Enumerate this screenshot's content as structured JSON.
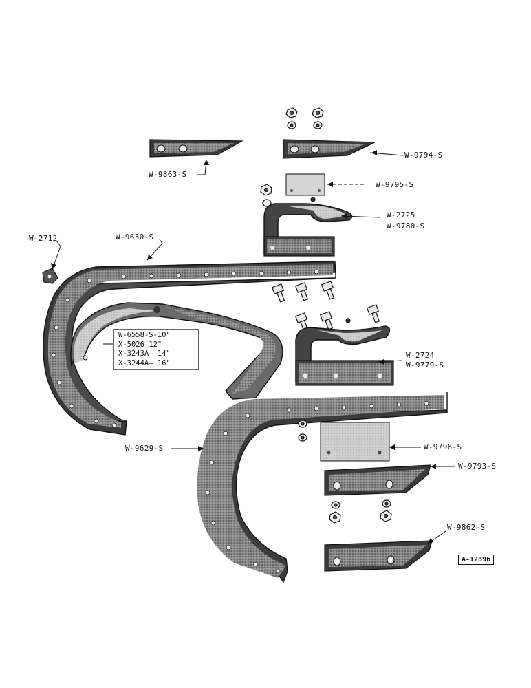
{
  "callouts": {
    "w9863s": "W-9863-S",
    "w9794s": "W-9794-S",
    "w9795s": "W-9795-S",
    "w2725": "W-2725",
    "w9780s": "W-9780-S",
    "w2712": "W-2712",
    "w9630s": "W-9630-S",
    "w2724": "W-2724",
    "w9779s": "W-9779-S",
    "w9629s": "W-9629-S",
    "w9796s": "W-9796-S",
    "w9793s": "W-9793-S",
    "w9862s": "W-9862-S"
  },
  "size_table": [
    "W-6558-S-10\"",
    "X-5026—12\"",
    "X-3243A— 14\"",
    "X-3244A— 16\""
  ],
  "figure_ref": "A-12396",
  "colors": {
    "ink": "#111111",
    "metal": "#555555",
    "highlight": "#bdbdbd",
    "paper": "#ffffff"
  }
}
